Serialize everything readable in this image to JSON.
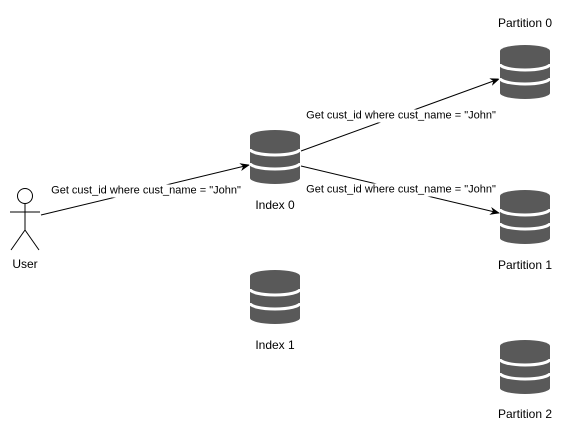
{
  "colors": {
    "database_fill": "#595959",
    "database_stripe": "#ffffff",
    "edge": "#000000",
    "actor_stroke": "#000000"
  },
  "actor": {
    "label": "User",
    "icon": "stick-figure-icon"
  },
  "databases": {
    "index0": {
      "label": "Index 0",
      "icon": "database-icon"
    },
    "index1": {
      "label": "Index 1",
      "icon": "database-icon"
    },
    "partition0": {
      "label": "Partition 0",
      "icon": "database-icon"
    },
    "partition1": {
      "label": "Partition 1",
      "icon": "database-icon"
    },
    "partition2": {
      "label": "Partition 2",
      "icon": "database-icon"
    }
  },
  "edges": {
    "user_to_index0": "Get cust_id where cust_name = \"John\"",
    "index0_to_partition0": "Get cust_id where cust_name = \"John\"",
    "index0_to_partition1": "Get cust_id where cust_name = \"John\""
  }
}
